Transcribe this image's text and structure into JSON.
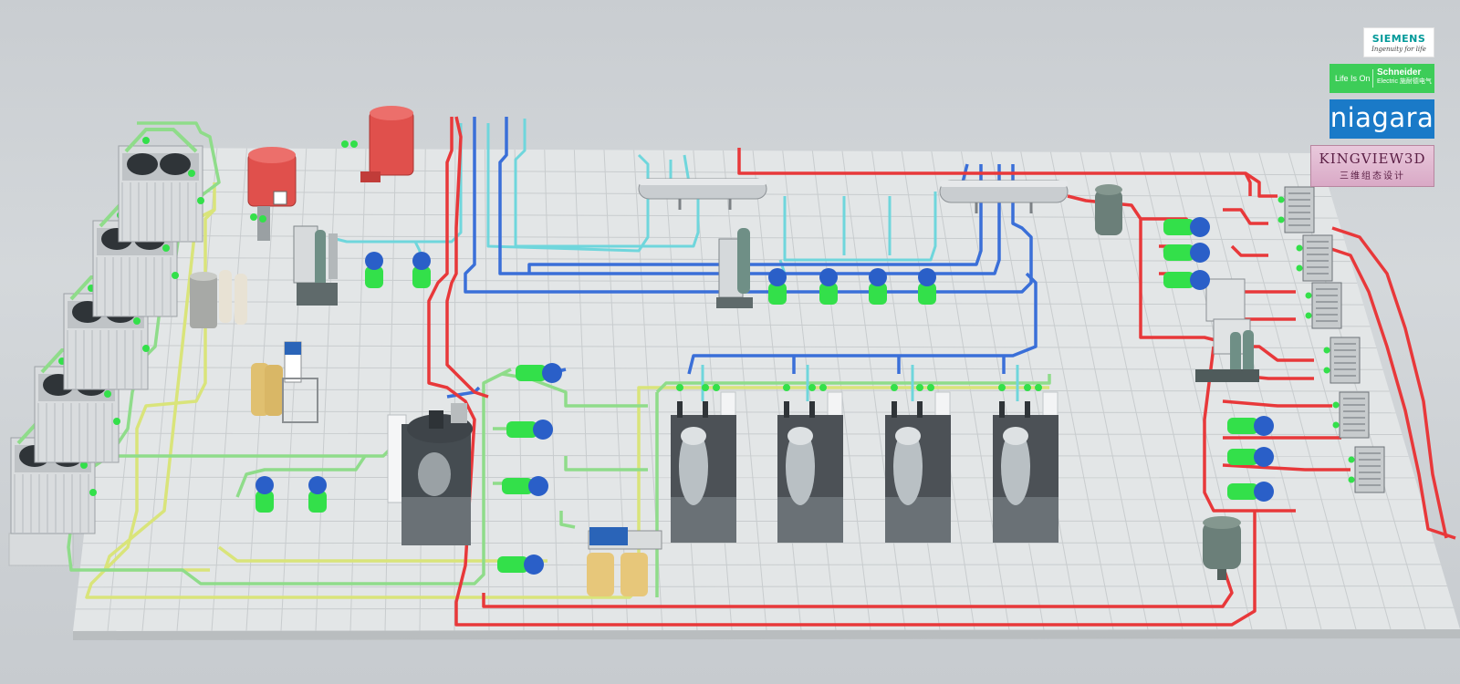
{
  "colors": {
    "background": "#ccd0d4",
    "floor": "#e3e6e7",
    "floor_grid": "#c5c9cb",
    "hot_pipe": "#e8383a",
    "chilled_pipe": "#3a6fd8",
    "light_pipe": "#6fd6dc",
    "green_pipe": "#8fdc8a",
    "yellow_pipe": "#d9e47a",
    "pump_green": "#33e04a",
    "pump_blue": "#2a5fc8",
    "tank_red": "#e0504c",
    "chiller_body": "#4c5156",
    "siemens_teal": "#009999",
    "schneider_green": "#3dcd58",
    "niagara_blue": "#1a7ac8",
    "kingview_pink": "#e3bcd3"
  },
  "logos": {
    "siemens": {
      "name": "SIEMENS",
      "tagline": "Ingenuity for life"
    },
    "schneider": {
      "life": "Life Is On",
      "name": "Schneider",
      "sub": "Electric 施耐德电气"
    },
    "niagara": {
      "name": "niagara"
    },
    "kingview": {
      "name": "KINGVIEW3D",
      "cn": "三维组态设计"
    }
  },
  "equipment": {
    "cooling_towers": 5,
    "centrifugal_chillers": 4,
    "screw_chillers": 1,
    "heat_exchangers": 6,
    "chilled_water_pumps": 4,
    "cooling_water_pumps": 4,
    "hot_water_pumps": 6,
    "expansion_tanks": 2,
    "water_headers": 2
  }
}
